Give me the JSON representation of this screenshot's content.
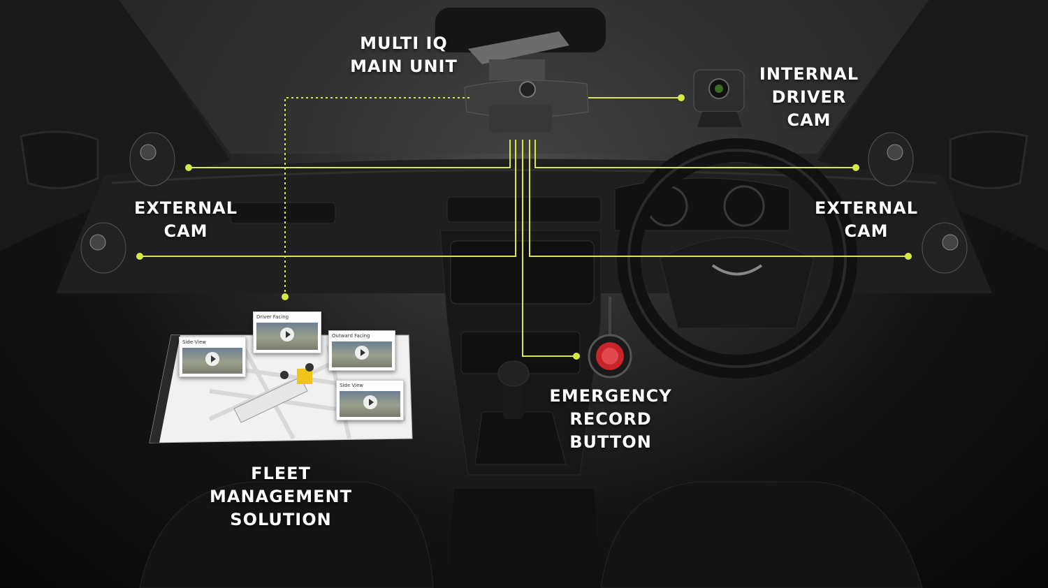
{
  "labels": {
    "main_unit": [
      "MULTI IQ",
      "MAIN UNIT"
    ],
    "internal_cam": [
      "INTERNAL",
      "DRIVER",
      "CAM"
    ],
    "external_cam_left": [
      "EXTERNAL",
      "CAM"
    ],
    "external_cam_right": [
      "EXTERNAL",
      "CAM"
    ],
    "emergency": [
      "EMERGENCY",
      "RECORD",
      "BUTTON"
    ],
    "fleet": [
      "FLEET",
      "MANAGEMENT",
      "SOLUTION"
    ]
  },
  "screen_thumbs": [
    "Driver Facing",
    "Side View",
    "Outward Facing",
    "Side View"
  ],
  "colors": {
    "connector": "#d6e84a",
    "label_text": "#ffffff",
    "button_red": "#c8242a"
  }
}
